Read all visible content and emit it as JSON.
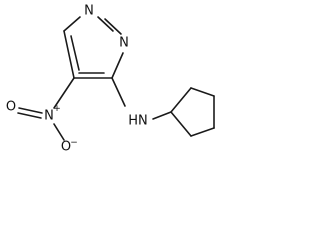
{
  "molecule": {
    "atoms": {
      "n_ring_top": "N",
      "n_ring_right": "N",
      "n_nitro": "N",
      "o_double": "O",
      "o_single": "O",
      "amine": "HN"
    },
    "charges": {
      "n_nitro": "+",
      "o_single": "−"
    }
  }
}
